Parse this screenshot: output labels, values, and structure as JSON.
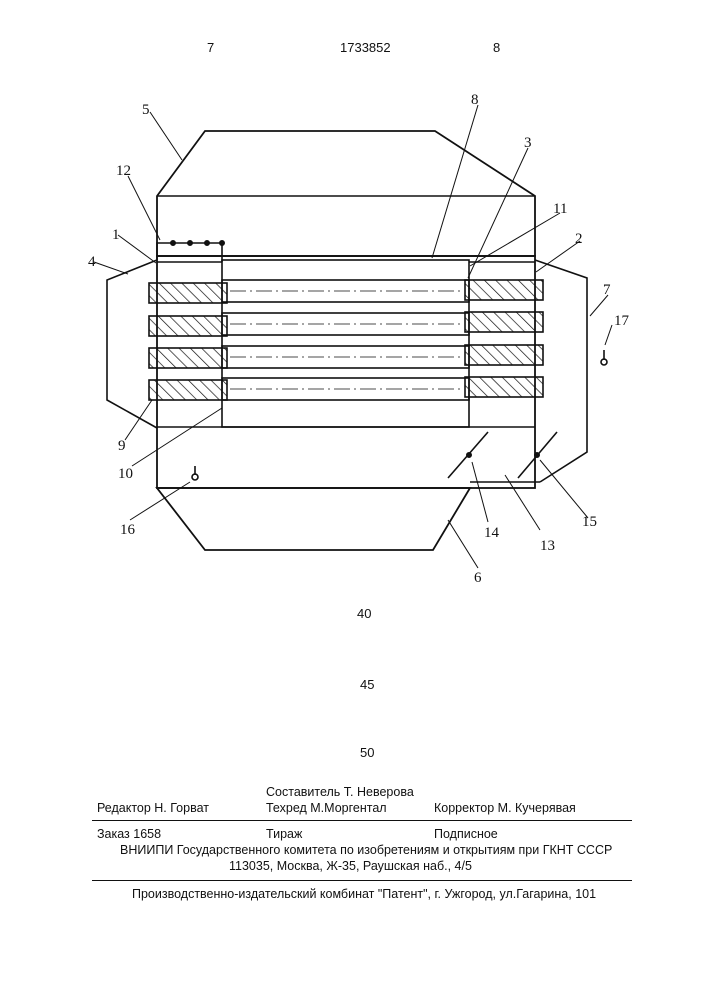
{
  "header": {
    "page_left": "7",
    "patent_number": "1733852",
    "page_right": "8"
  },
  "figure": {
    "labels": {
      "l1": "1",
      "l2": "2",
      "l3": "3",
      "l4": "4",
      "l5": "5",
      "l6": "6",
      "l7": "7",
      "l8": "8",
      "l9": "9",
      "l10": "10",
      "l11": "11",
      "l12": "12",
      "l13": "13",
      "l14": "14",
      "l15": "15",
      "l16": "16",
      "l17": "17"
    }
  },
  "line_numbers": {
    "n40": "40",
    "n45": "45",
    "n50": "50"
  },
  "imprint": {
    "compiler": "Составитель  Т. Неверова",
    "editor": "Редактор  Н. Горват",
    "techred": "Техред М.Моргентал",
    "proofreader": "Корректор   М. Кучерявая",
    "order": "Заказ 1658",
    "circulation": "Тираж",
    "subscription": "Подписное",
    "vniipi": "ВНИИПИ Государственного комитета по изобретениям и открытиям при ГКНТ СССР",
    "address": "113035, Москва, Ж-35, Раушская наб., 4/5",
    "publisher": "Производственно-издательский комбинат \"Патент\", г. Ужгород, ул.Гагарина, 101"
  }
}
